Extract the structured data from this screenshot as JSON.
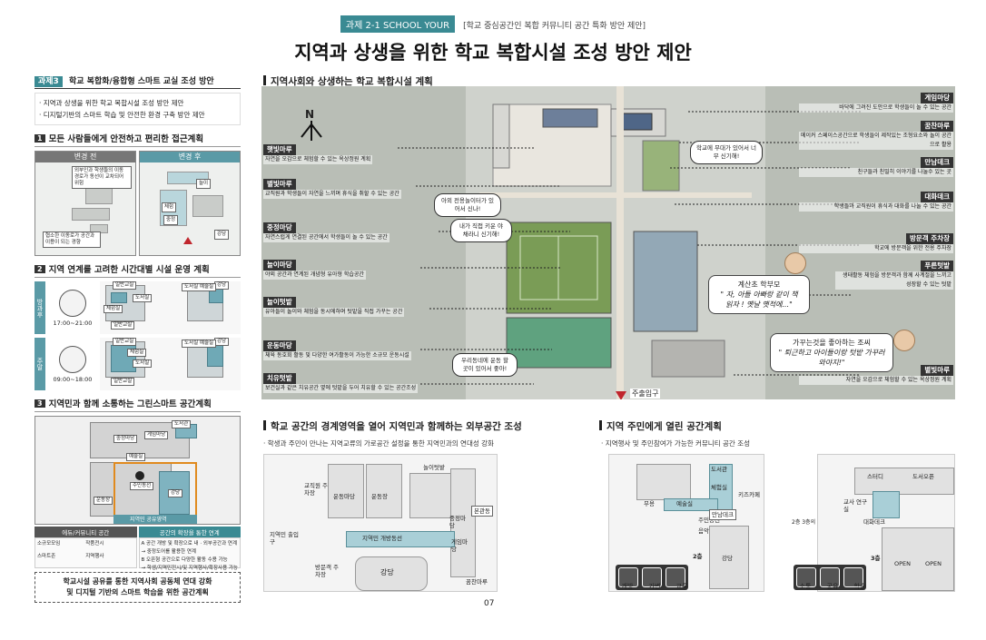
{
  "header": {
    "tag": "과제 2-1  SCHOOL YOUR",
    "subtitle": "[학교 중심공간인 복합 커뮤니티 공간 특화 방안 제안]",
    "title": "지역과 상생을 위한 학교 복합시설 조성 방안 제안"
  },
  "left": {
    "task_label": "과제3",
    "task_title": "학교 복합화/융합형 스마트 교실 조성 방안",
    "bullets": [
      "· 지역과 상생을 위한 학교 복합시설 조성 방안 제안",
      "· 디지털기반의 스마트 학습 및 안전한 환경 구축 방안 제안"
    ],
    "sec1": {
      "num": "1",
      "title": "모든 사람들에게 안전하고 편리한 접근계획",
      "before": "변경 전",
      "after": "변경 후",
      "before_note1": "외부인과 학생들의 이동 경로가 동선이 교차되어 위험",
      "before_note2": "협소한 이동로가 공간과 이용이 되는 경향",
      "after_labels": [
        "늘이",
        "체험",
        "중정",
        "강당"
      ]
    },
    "sec2": {
      "num": "2",
      "title": "지역 연계를 고려한 시간대별 시설 운영 계획",
      "rows": [
        {
          "side": "방과후",
          "time": "17:00~21:00",
          "labels": [
            "일반교실",
            "도서실",
            "체험실",
            "강당",
            "도서실 예술실",
            "일반교실"
          ]
        },
        {
          "side": "주말",
          "time": "09:00~18:00",
          "labels": [
            "일반교실",
            "체험실",
            "도서실",
            "강당",
            "도서실 예술실",
            "일반교실"
          ]
        }
      ]
    },
    "sec3": {
      "num": "3",
      "title": "지역민과 함께 소통하는 그린스마트 공간계획",
      "plan_labels": [
        "중정마당",
        "게임마당",
        "도서관",
        "예술실",
        "주민동선",
        "강당",
        "운동장",
        "지역민 공유영역"
      ],
      "legend_left_title": "에듀/커뮤니티 공간",
      "legend_left": [
        "소규모모임",
        "작품전시",
        "스마트존",
        "지역행사"
      ],
      "legend_right_title": "공간의 확장을 통한 연계",
      "legend_right": [
        "A 공간 개방 및 확장으로 내 · 외부공간과 연계",
        "→ 중정도어를 활용한 연계",
        "B 오픈형 공간으로 다양한 활동 수용 가능",
        "→ 학생/지역민전시/및 지역행사/확장사용 가능"
      ]
    },
    "summary": [
      "학교시설 공유를 통한 지역사회 공동체 연대 강화",
      "및 디지털 기반의 스마트 학습을 위한 공간계획"
    ]
  },
  "site": {
    "title": "지역사회와 상생하는 학교 복합시설 계획",
    "north": "N",
    "zones_left": [
      {
        "name": "햇빛마루",
        "desc": "자연을 오감으로 체험할 수 있는 옥상정원 계획"
      },
      {
        "name": "별빛마루",
        "desc": "교직원과 학생들이 자연을 느끼며 휴식을 취할 수 있는 공간"
      },
      {
        "name": "중정마당",
        "desc": "자연스럽게 연결된 공간에서 학생들이 놀 수 있는 공간"
      },
      {
        "name": "놀이마당",
        "desc": "야외 공간과 연계된 개념형 유아형 학습공간"
      },
      {
        "name": "놀이텃밭",
        "desc": "유아들이 놀이와 체험을 동시에하며 텃밭을 직접 가꾸는 공간"
      },
      {
        "name": "운동마당",
        "desc": "체육 동호회 활동 및 다양한 여가활동이 가능한 소규모 운동시설"
      },
      {
        "name": "치유텃밭",
        "desc": "보건실과 같은 치유공간 옆에 텃밭을 두어 치유할 수 있는 공간조성"
      }
    ],
    "zones_right": [
      {
        "name": "게임마당",
        "desc": "바닥에 그려진 도안으로 학생들이 놀 수 있는 공간"
      },
      {
        "name": "꿈찬마루",
        "desc": "메이커 스페이스공간으로 학생들이 제작있는 조형요소와 놀이 공간으로 활용"
      },
      {
        "name": "만남데크",
        "desc": "친구들과 친밀히 이야기를 나눌수 있는 곳"
      },
      {
        "name": "대화데크",
        "desc": "학생들과 교직원이 휴식과 대화를 나눌 수 있는 공간"
      },
      {
        "name": "방문객 주차장",
        "desc": "학교에 방문객을 위한 전용 주차장"
      },
      {
        "name": "푸른텃밭",
        "desc": "생태활동 체험을 방문객과 함께 사계절을 느끼고 성장할 수 있는 텃밭"
      },
      {
        "name": "별빛마루",
        "desc": "자연을 오감으로 체험할 수 있는 옥상정원 계획"
      }
    ],
    "bubbles": [
      "학교에 무대가 있어서 너무 신기해!",
      "아외 전용놀이터가 있어서 신나!",
      "내가 직접 키운 야채라니 신기해!",
      "우리동네에 운동 할 곳이 있어서 좋아!"
    ],
    "quotes": [
      {
        "who": "계산초 학부모",
        "text": "\" 자, 아들 아빠랑 같이 책 읽자 ! 옛날 옛적에...\""
      },
      {
        "who": "가꾸는것을 좋아하는 조씨",
        "text": "\" 퇴근하고 아이들이랑 텃밭 가꾸러 와야지!\""
      }
    ],
    "entrance": "주출입구"
  },
  "bottom_mid": {
    "title": "학교 공간의 경계영역을 열어 지역민과 함께하는 외부공간 조성",
    "sub": "· 학생과 주민이 만나는 지역교류의 가로공간 설정을 통한 지역민과의 연대성 강화",
    "labels": [
      "놀이텃밭",
      "교직원 주차장",
      "운동마당",
      "운동장",
      "본관동",
      "중정마당",
      "게임마당",
      "지역민 개방동선",
      "지역민 출입구",
      "방문객 주차장",
      "강당",
      "꿈찬마루"
    ]
  },
  "bottom_right": {
    "title": "지역 주민에게 열린 공간계획",
    "sub": "· 지역행사 및 주민참여가 가능한 커뮤니티 공간 조성",
    "labels": [
      "도서관",
      "체험실",
      "예술실",
      "주민동선",
      "강당",
      "무용",
      "음악",
      "키즈카페",
      "만남데크",
      "2층 3층의 연계",
      "대화데크",
      "스터디",
      "도서오픈",
      "교사 연구실",
      "OPEN",
      "OPEN",
      "2층",
      "3층"
    ],
    "icons2": [
      "개방",
      "가변",
      "교류"
    ],
    "icons3": [
      "소통",
      "공유",
      "학습"
    ]
  },
  "page_number": "07"
}
